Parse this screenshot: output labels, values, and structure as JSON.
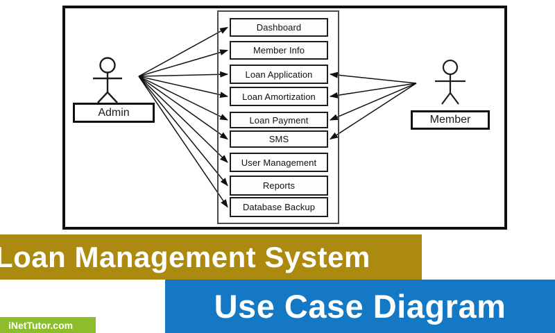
{
  "diagram": {
    "actors": {
      "admin": {
        "label": "Admin"
      },
      "member": {
        "label": "Member"
      }
    },
    "use_cases": [
      "Dashboard",
      "Member Info",
      "Loan Application",
      "Loan Amortization",
      "Loan Payment",
      "SMS",
      "User Management",
      "Reports",
      "Database Backup"
    ],
    "connections": {
      "admin": [
        "Dashboard",
        "Member Info",
        "Loan Application",
        "Loan Amortization",
        "Loan Payment",
        "SMS",
        "User Management",
        "Reports",
        "Database Backup"
      ],
      "member": [
        "Loan Application",
        "Loan Amortization",
        "Loan Payment",
        "SMS"
      ]
    }
  },
  "banners": {
    "title": "Loan Management System",
    "subtitle": "Use Case Diagram",
    "watermark": "iNetTutor.com"
  },
  "colors": {
    "banner_gold": "#ab8a0f",
    "banner_blue": "#1478c4",
    "watermark_green": "#8dbd2b",
    "line_black": "#111111"
  }
}
